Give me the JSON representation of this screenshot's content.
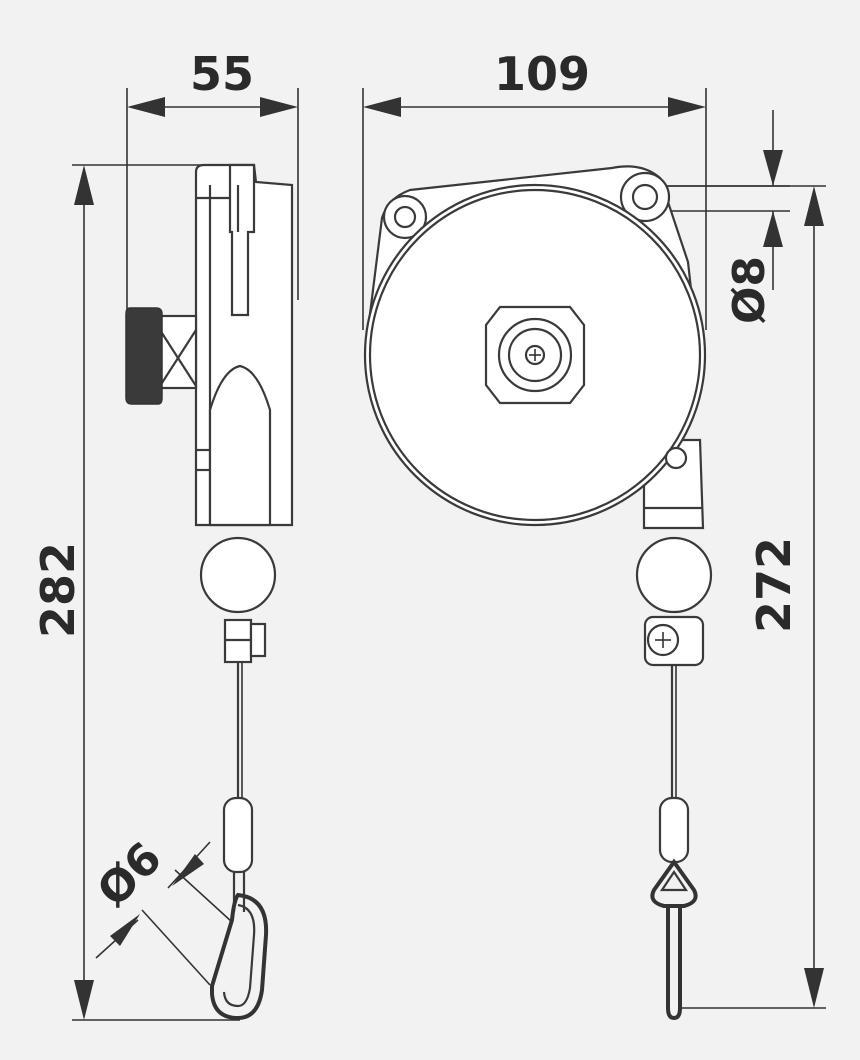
{
  "dimensions": {
    "side_width": "55",
    "front_width": "109",
    "total_height": "282",
    "mount_height": "272",
    "eye_diameter": "Ø8",
    "hook_diameter": "Ø6"
  },
  "colors": {
    "line": "#333333",
    "background": "#f2f2f2",
    "part_fill": "#ffffff"
  }
}
